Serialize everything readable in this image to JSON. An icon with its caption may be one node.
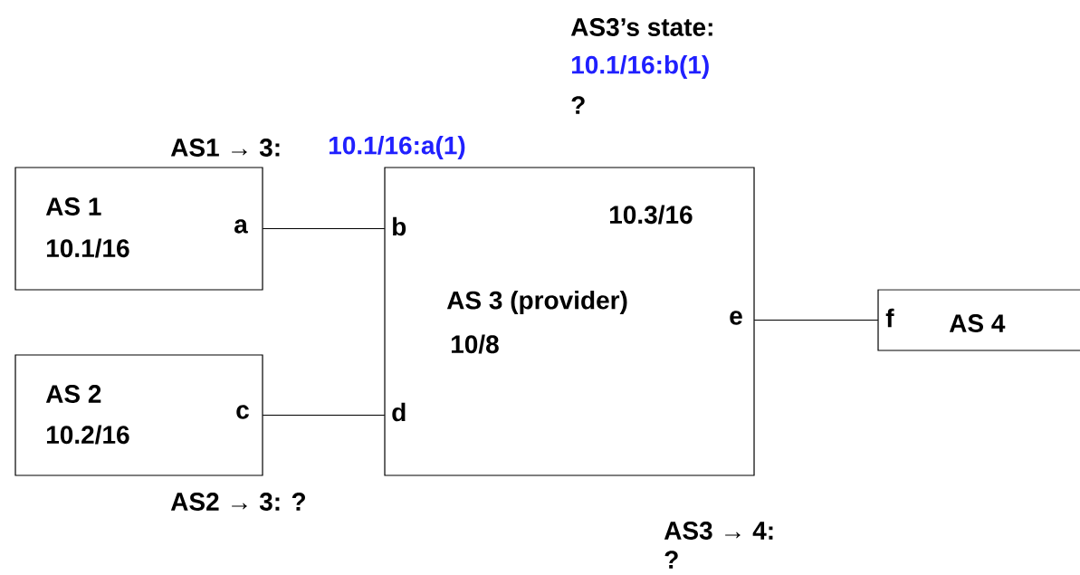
{
  "diagram": {
    "nodes": [
      {
        "text": [
          "AS 1",
          "10.1/16",
          "a"
        ]
      },
      {
        "text": [
          "AS 2",
          "10.2/16",
          "c"
        ]
      },
      {
        "text": [
          "10.3/16",
          "AS 3 (provider)",
          "10/8",
          "b",
          "d",
          "e"
        ]
      },
      {
        "text": [
          "f",
          "AS 4"
        ]
      }
    ],
    "edges": [
      {
        "from": 0,
        "to": 2,
        "arrow": "none"
      },
      {
        "from": 1,
        "to": 2,
        "arrow": "none"
      },
      {
        "from": 2,
        "to": 3,
        "arrow": "none"
      }
    ],
    "labels": [
      "AS3’s state:",
      "10.1/16:b(1)",
      "?",
      "AS1 → 3:",
      "10.1/16:a(1)",
      "AS2 → 3: ?",
      "AS3 → 4:",
      "?"
    ]
  }
}
